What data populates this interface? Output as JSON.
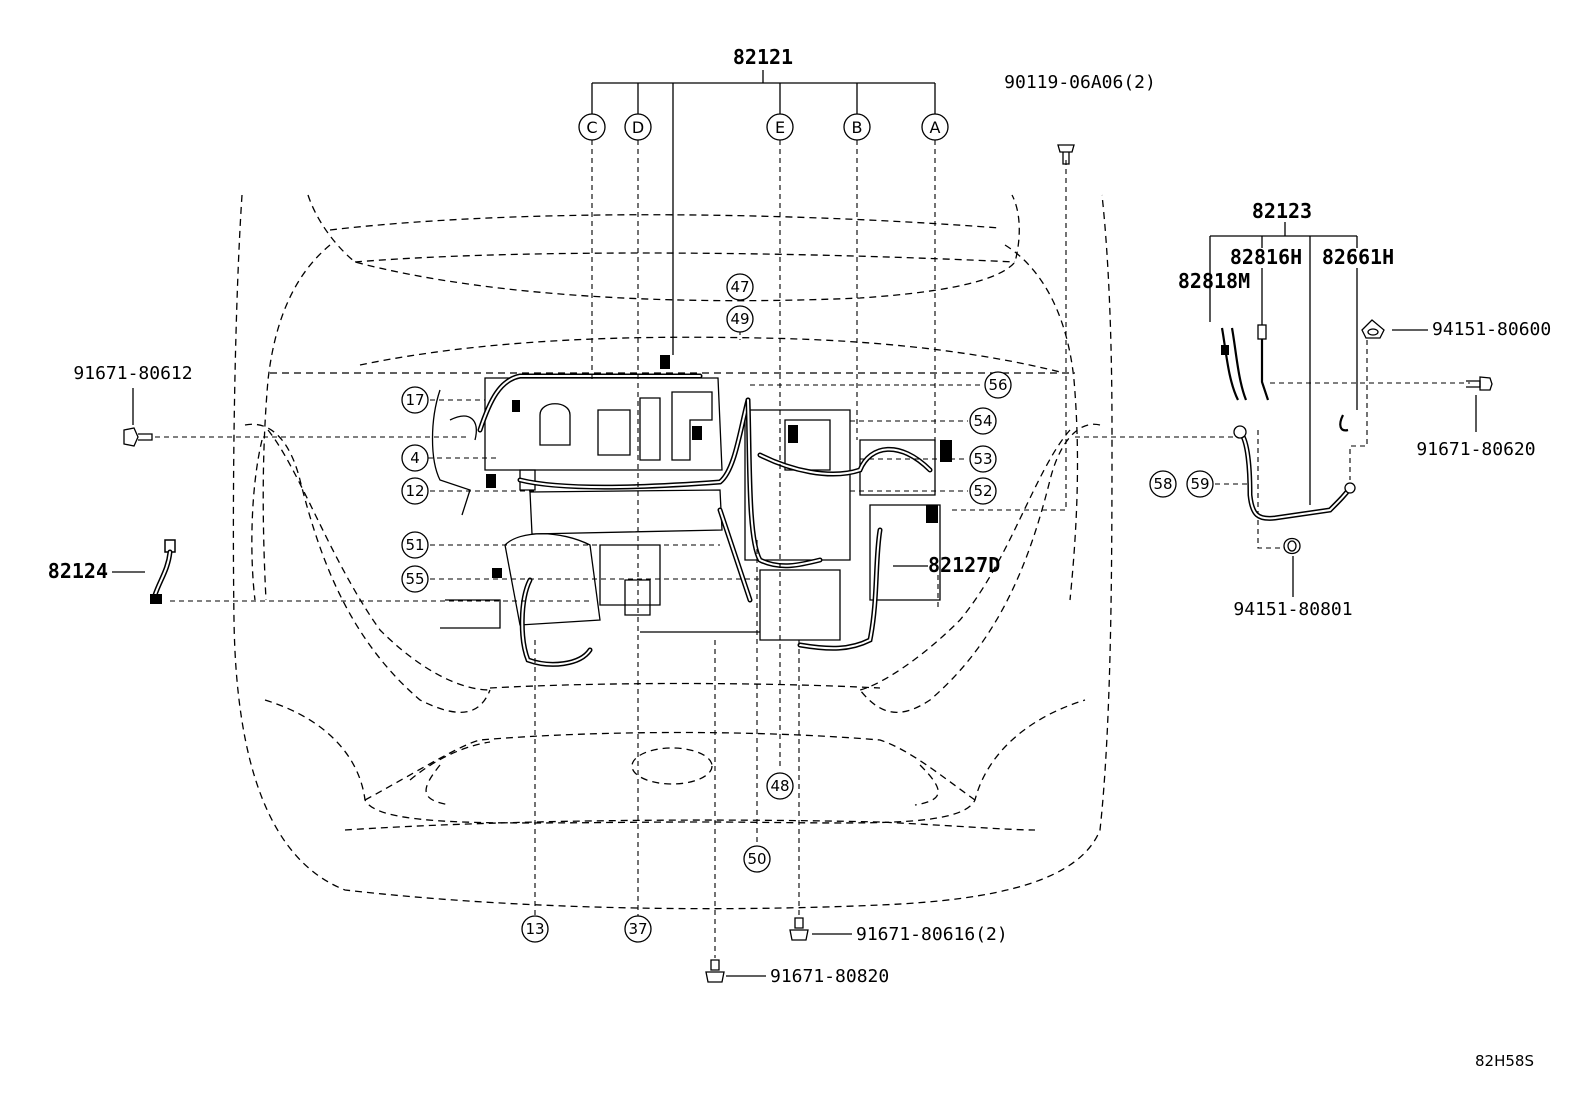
{
  "parts": {
    "harness_main": "82121",
    "bolt_top": "90119-06A06(2)",
    "harness_right": "82123",
    "sub_a": "82816H",
    "sub_b": "82661H",
    "sub_c": "82818M",
    "nut_right": "94151-80600",
    "bolt_left": "91671-80612",
    "bolt_right": "91671-80620",
    "harness_left": "82124",
    "harness_lower": "82127D",
    "nut_lower": "94151-80801",
    "bolt_b1": "91671-80616(2)",
    "bolt_b2": "91671-80820"
  },
  "connectors": {
    "c": "C",
    "d": "D",
    "e": "E",
    "b": "B",
    "a": "A"
  },
  "callouts": {
    "n47": "47",
    "n49": "49",
    "n56": "56",
    "n54": "54",
    "n53": "53",
    "n52": "52",
    "n17": "17",
    "n4": "4",
    "n12": "12",
    "n51": "51",
    "n55": "55",
    "n58": "58",
    "n59": "59",
    "n48": "48",
    "n50": "50",
    "n13": "13",
    "n37": "37"
  },
  "ref_code": "82H58S"
}
